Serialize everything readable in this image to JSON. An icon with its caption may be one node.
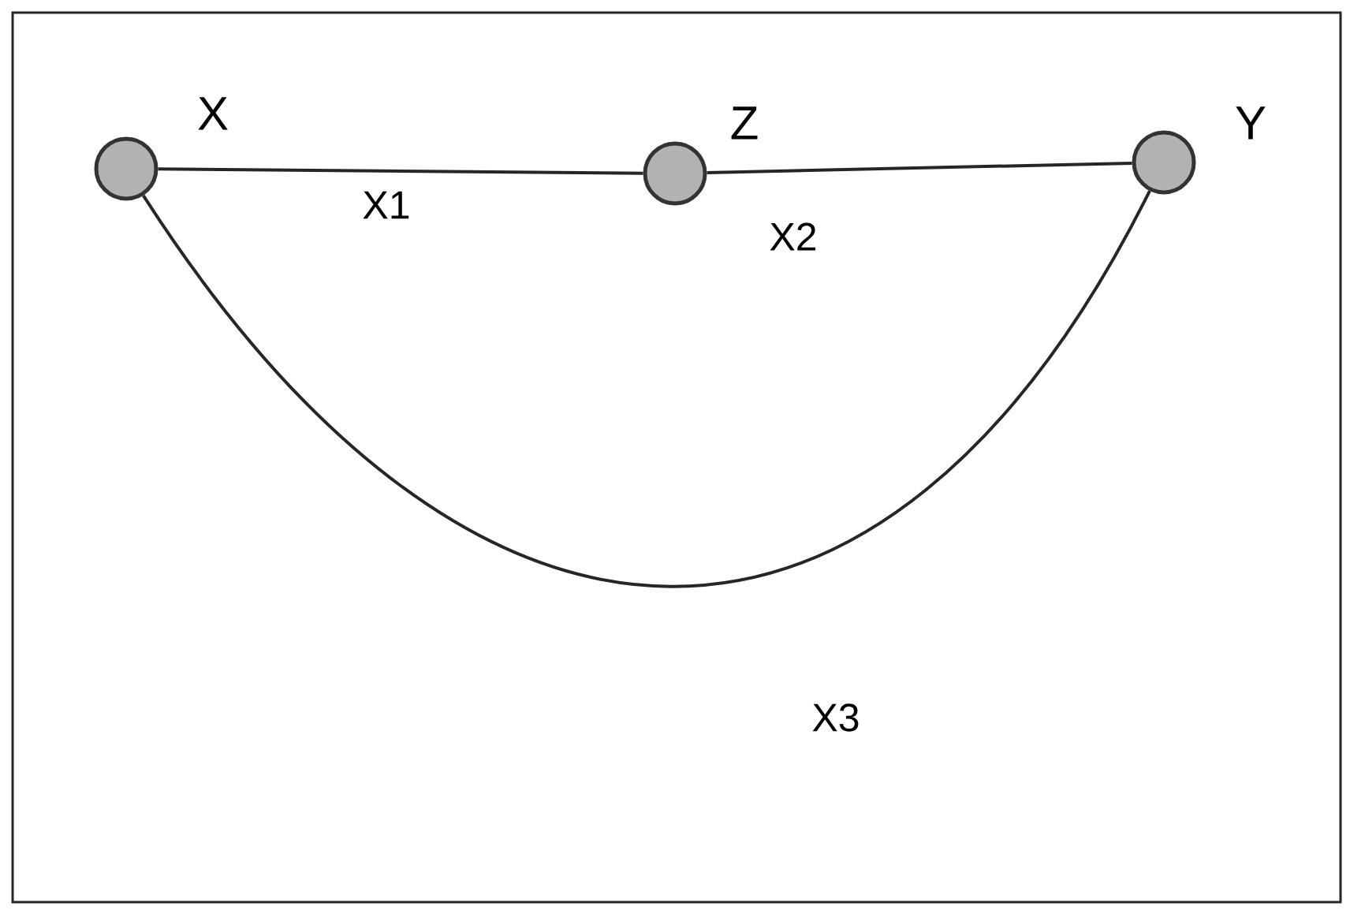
{
  "diagram": {
    "nodes": [
      {
        "text": [],
        "shape": "circle",
        "beside": [
          "X"
        ]
      },
      {
        "text": [],
        "shape": "circle",
        "beside": [
          "Z"
        ]
      },
      {
        "text": [],
        "shape": "circle",
        "beside": [
          "Y"
        ]
      }
    ],
    "edges": [
      {
        "from": 0,
        "to": 1,
        "arrow": "none",
        "label": "X1"
      },
      {
        "from": 1,
        "to": 2,
        "arrow": "none",
        "label": "X2"
      },
      {
        "from": 0,
        "to": 2,
        "arrow": "none",
        "label": "X3"
      }
    ]
  }
}
